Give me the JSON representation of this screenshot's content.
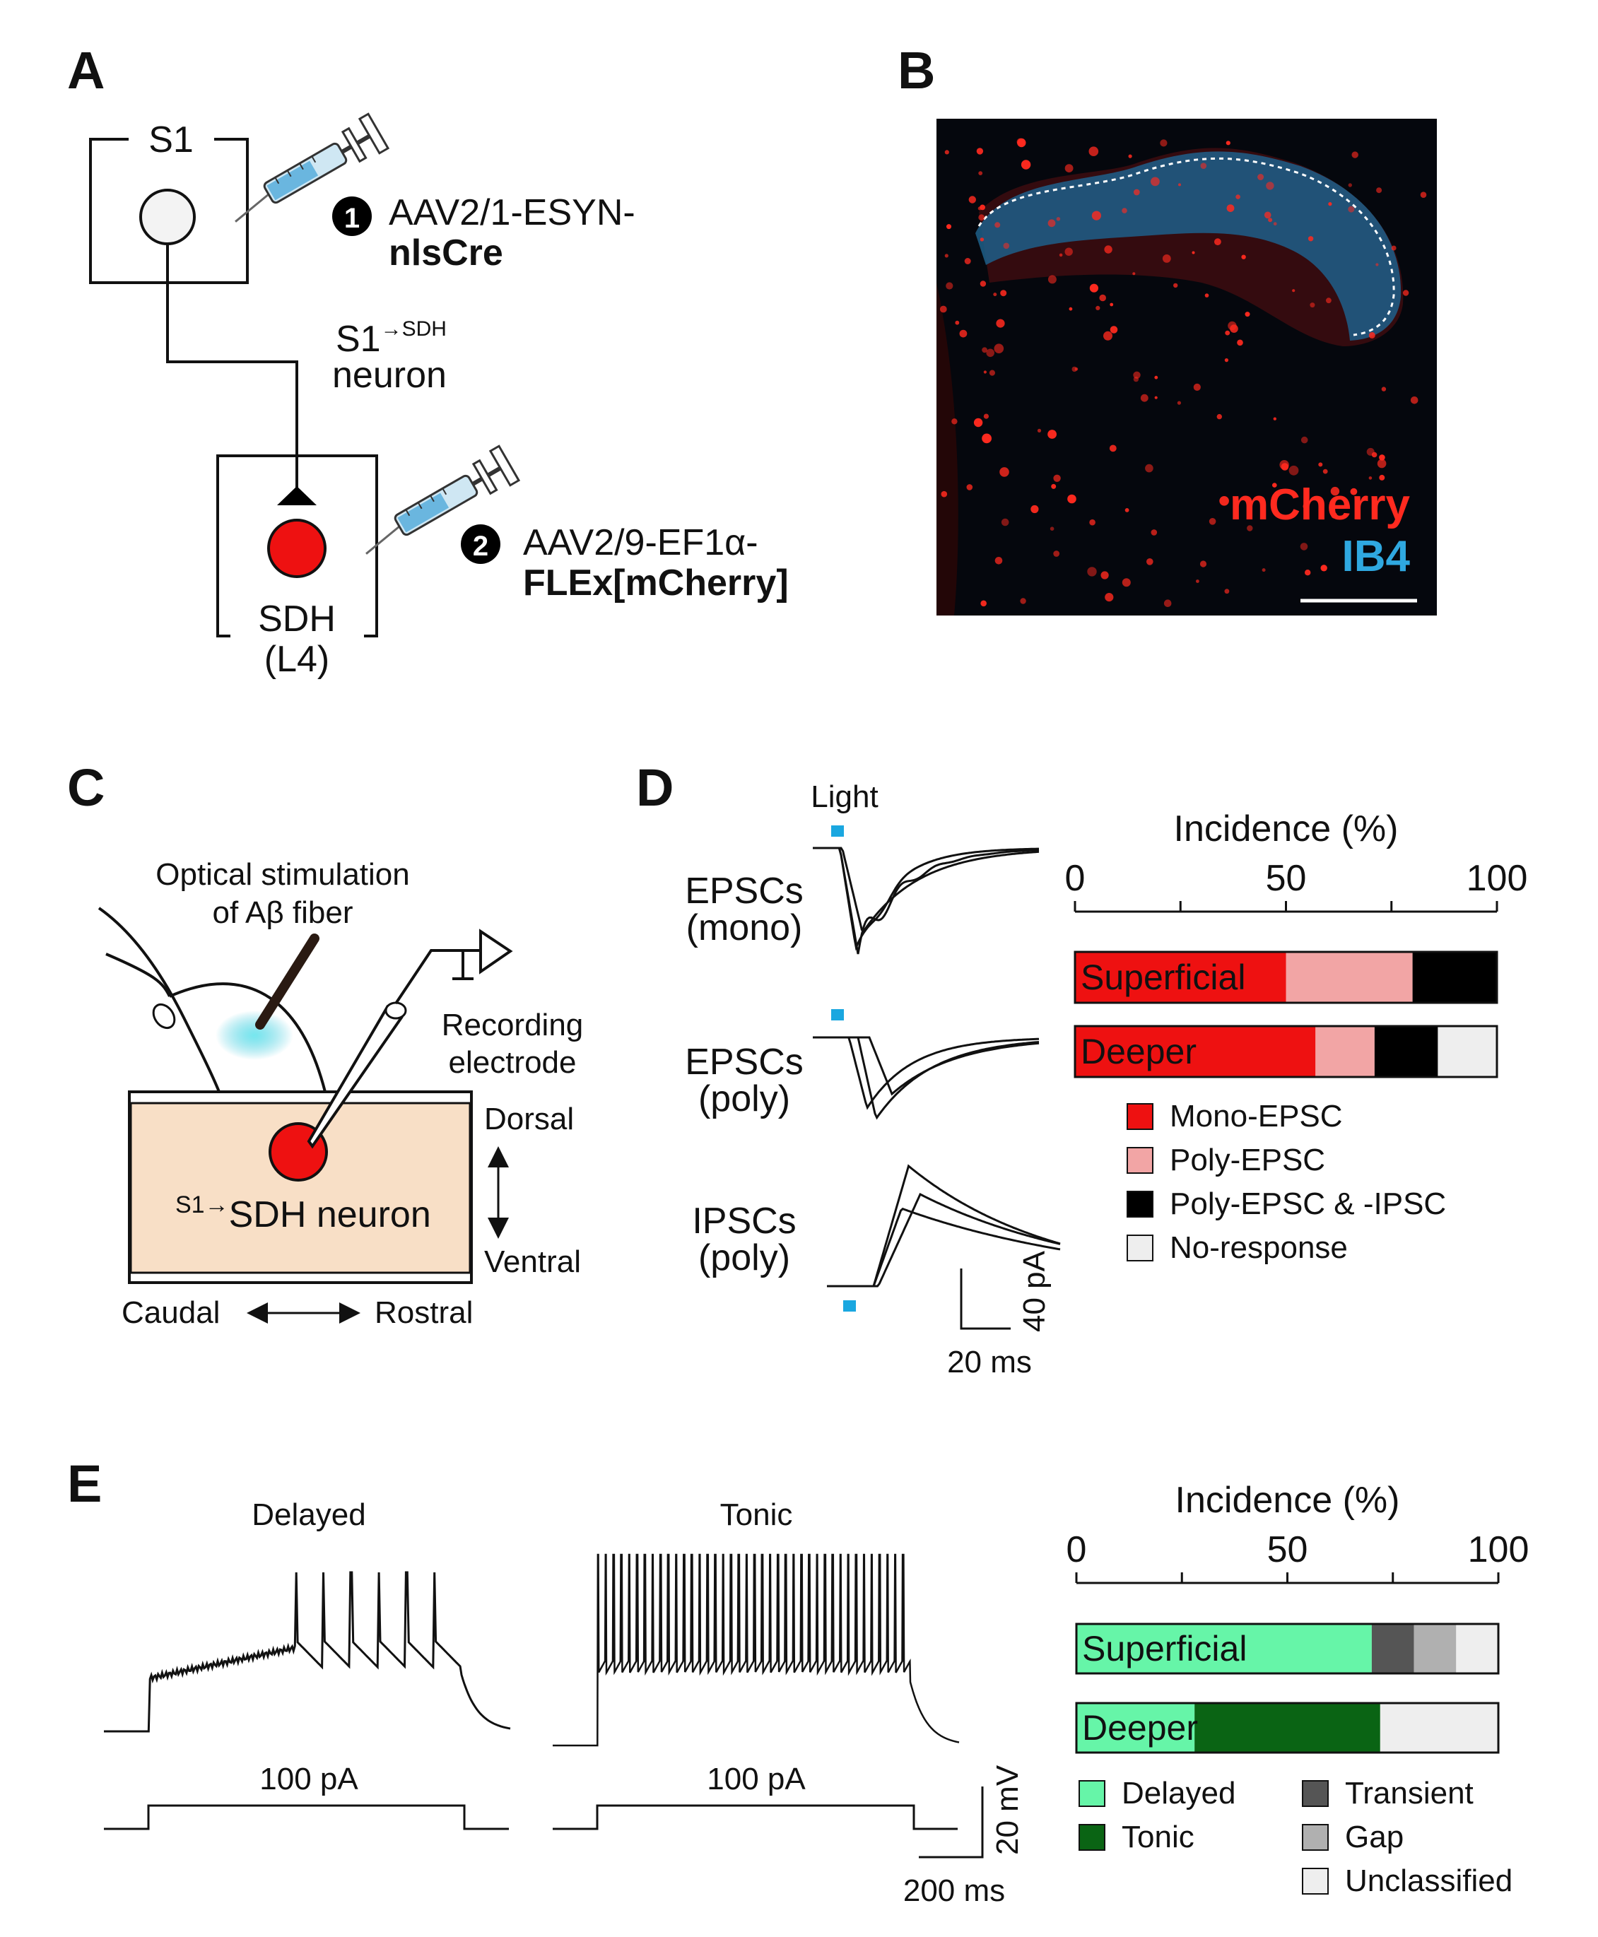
{
  "panels": {
    "A": {
      "label": "A",
      "s1": "S1",
      "step1_num": "1",
      "virus1_line1": "AAV2/1-ESYN-",
      "virus1_line2": "nlsCre",
      "neuron_label_main": "S1",
      "neuron_label_sup": "→SDH",
      "neuron_label_line2": "neuron",
      "sdh_line1": "SDH",
      "sdh_line2": "(L4)",
      "step2_num": "2",
      "virus2_line1": "AAV2/9-EF1α-",
      "virus2_line2": "FLEx[mCherry]"
    },
    "B": {
      "label": "B",
      "legend_mcherry": "mCherry",
      "legend_ib4": "IB4",
      "colors": {
        "mcherry": "#ff2a1f",
        "ib4": "#2fa8e0",
        "background": "#05070d"
      }
    },
    "C": {
      "label": "C",
      "stim_line1": "Optical stimulation",
      "stim_line2": "of Aβ fiber",
      "rec_line1": "Recording",
      "rec_line2": "electrode",
      "dorsal": "Dorsal",
      "ventral": "Ventral",
      "caudal": "Caudal",
      "rostral": "Rostral",
      "neuron_sup": "S1→",
      "neuron_main": "SDH neuron",
      "colors": {
        "slice": "#f8dfc6",
        "neuron": "#ee1111",
        "light": "#29c0d8"
      }
    },
    "D": {
      "label": "D",
      "light": "Light",
      "epsc_mono_1": "EPSCs",
      "epsc_mono_2": "(mono)",
      "epsc_poly_1": "EPSCs",
      "epsc_poly_2": "(poly)",
      "ipsc_poly_1": "IPSCs",
      "ipsc_poly_2": "(poly)",
      "scale_y": "40 pA",
      "scale_x": "20 ms"
    },
    "E": {
      "label": "E",
      "delayed_title": "Delayed",
      "tonic_title": "Tonic",
      "step_delayed": "100 pA",
      "step_tonic": "100 pA",
      "scale_y": "20 mV",
      "scale_x": "200 ms"
    }
  },
  "chart_data": [
    {
      "type": "bar",
      "orientation": "horizontal-stacked",
      "title": "Incidence (%)",
      "xlim": [
        0,
        100
      ],
      "ticks": [
        "0",
        "50",
        "100"
      ],
      "categories": [
        "Superficial",
        "Deeper"
      ],
      "series": [
        {
          "name": "Mono-EPSC",
          "color": "#ee1111",
          "values": [
            50,
            57
          ]
        },
        {
          "name": "Poly-EPSC",
          "color": "#f2a5a5",
          "values": [
            30,
            14
          ]
        },
        {
          "name": "Poly-EPSC & -IPSC",
          "color": "#000000",
          "values": [
            20,
            15
          ]
        },
        {
          "name": "No-response",
          "color": "#eeeeee",
          "values": [
            0,
            14
          ]
        }
      ],
      "legend": "below"
    },
    {
      "type": "bar",
      "orientation": "horizontal-stacked",
      "title": "Incidence (%)",
      "xlim": [
        0,
        100
      ],
      "ticks": [
        "0",
        "50",
        "100"
      ],
      "categories": [
        "Superficial",
        "Deeper"
      ],
      "series": [
        {
          "name": "Delayed",
          "color": "#66f5a8",
          "values": [
            70,
            28
          ]
        },
        {
          "name": "Tonic",
          "color": "#0a6414",
          "values": [
            0,
            44
          ]
        },
        {
          "name": "Transient",
          "color": "#555555",
          "values": [
            10,
            0
          ]
        },
        {
          "name": "Gap",
          "color": "#b0b0b0",
          "values": [
            10,
            0
          ]
        },
        {
          "name": "Unclassified",
          "color": "#eeeeee",
          "values": [
            10,
            28
          ]
        }
      ],
      "legend": "below"
    }
  ]
}
